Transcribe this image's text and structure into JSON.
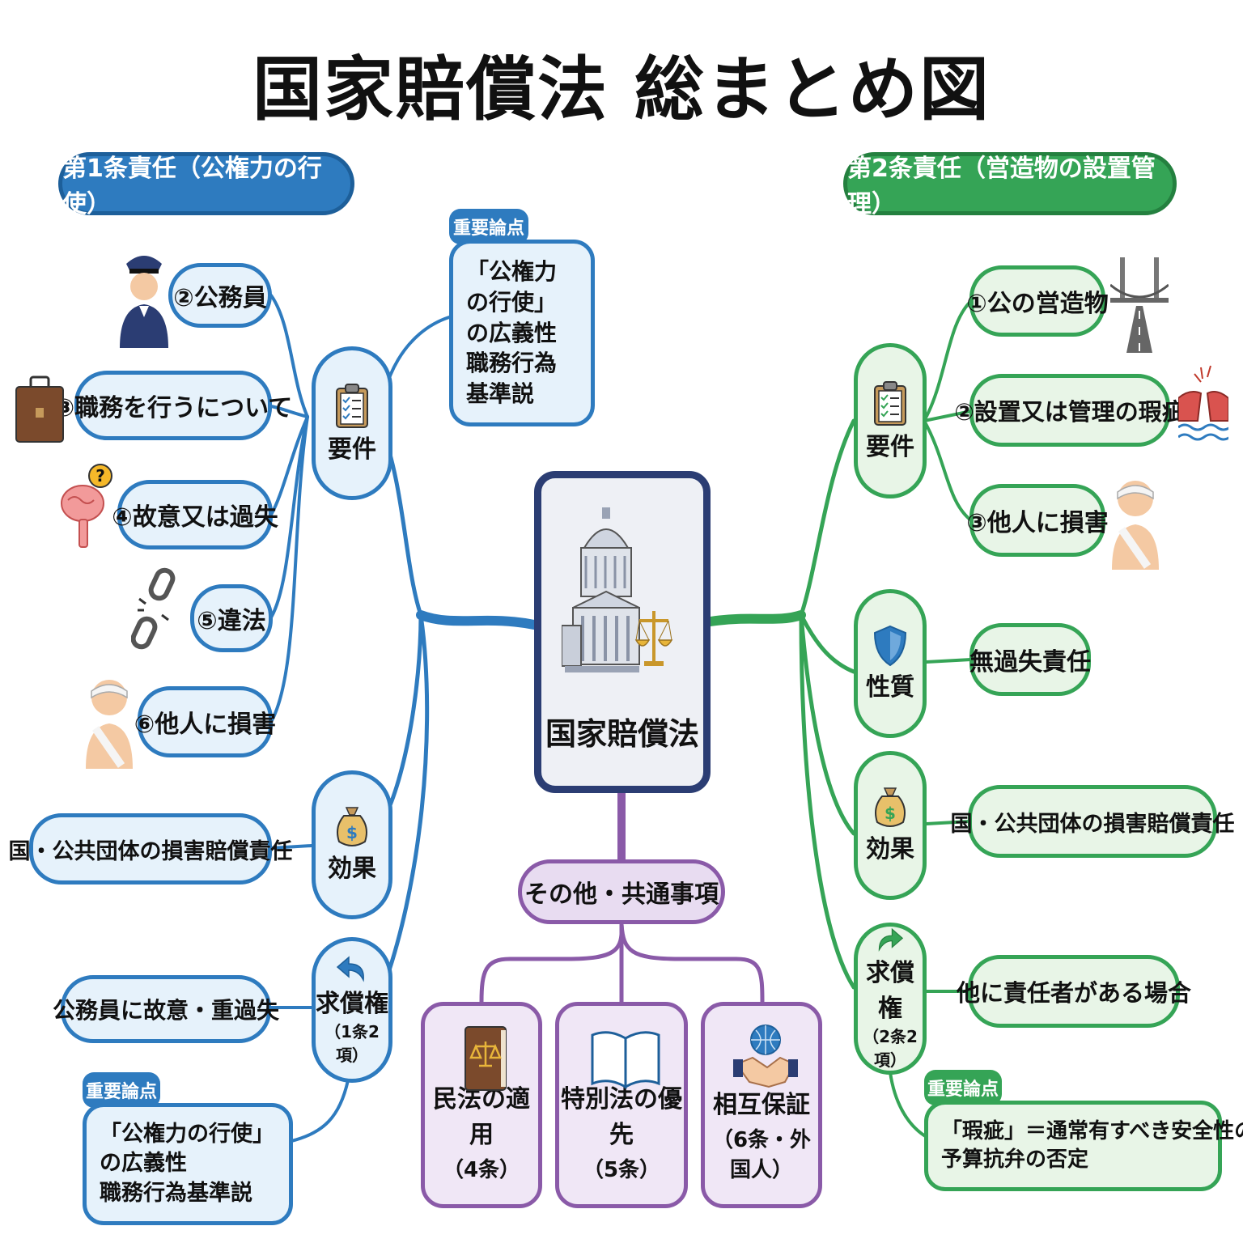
{
  "title": "国家賠償法 総まとめ図",
  "center": {
    "label": "国家賠償法"
  },
  "left": {
    "header": "第1条責任（公権力の行使）",
    "req_hub": "要件",
    "requirements": [
      "②公務員",
      "③職務を行うについて",
      "④故意又は過失",
      "⑤違法",
      "⑥他人に損害"
    ],
    "key_point_tag": "重要論点",
    "key_point_top": [
      "「公権力の行使」",
      "の広義性",
      "職務行為基準説"
    ],
    "effect_hub": "効果",
    "effect": "国・公共団体の損害賠償責任",
    "recourse_hub": "求償権",
    "recourse_sub": "（1条2項）",
    "recourse": "公務員に故意・重過失",
    "key_point_bottom": [
      "「公権力の行使」の広義性",
      "職務行為基準説"
    ]
  },
  "right": {
    "header": "第2条責任（営造物の設置管理）",
    "req_hub": "要件",
    "requirements": [
      "①公の営造物",
      "②設置又は管理の瑕疵",
      "③他人に損害"
    ],
    "nature_hub": "性質",
    "nature": "無過失責任",
    "effect_hub": "効果",
    "effect": "国・公共団体の損害賠償責任",
    "recourse_hub": "求償権",
    "recourse_sub": "（2条2項）",
    "recourse": "他に責任者がある場合",
    "key_point_tag": "重要論点",
    "key_point": [
      "「瑕疵」＝通常有すべき安全性の欠如",
      "予算抗弁の否定"
    ]
  },
  "other": {
    "hub": "その他・共通事項",
    "items": [
      {
        "label": "民法の適用",
        "sub": "（4条）"
      },
      {
        "label": "特別法の優先",
        "sub": "（5条）"
      },
      {
        "label": "相互保証",
        "sub": "（6条・外国人）"
      }
    ]
  },
  "colors": {
    "blue": "#2e7bbf",
    "green": "#35a456",
    "purple": "#8a5aa8",
    "navy": "#2b3d73"
  }
}
